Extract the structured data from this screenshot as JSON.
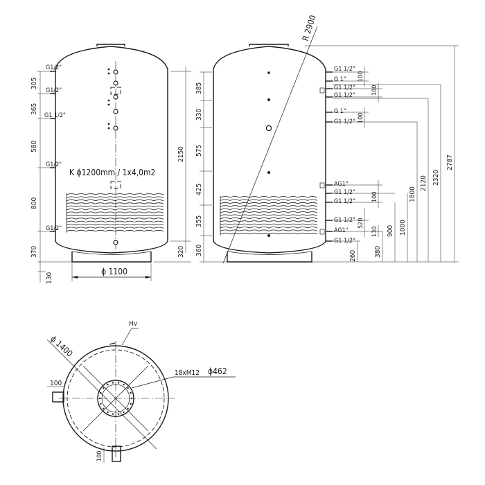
{
  "title": "",
  "left_view": {
    "connections": [
      "G1/2\"",
      "G1/2\"",
      "G1 1/2\"",
      "G1/2\"",
      "G1/2\""
    ],
    "spacings": [
      "305",
      "365",
      "580",
      "800",
      "370",
      "130"
    ],
    "height": "2150",
    "bottom_dim": "320",
    "coil_label": "K ϕ1200mm / 1x4,0m2",
    "diameter_label": "ϕ 1100"
  },
  "right_view": {
    "radius_label": "R 2900",
    "left_spacings": [
      "385",
      "330",
      "575",
      "425",
      "355",
      "360"
    ],
    "connections": [
      "G1 1/2\"",
      "G 1\"",
      "G1 1/2\"",
      "G1 1/2\"",
      "G 1\"",
      "G1 1/2\"",
      "AG1\"",
      "G1 1/2\"",
      "G1 1/2\"",
      "AG1\"",
      "G1 1/2\""
    ],
    "pair_spacings": [
      "100",
      "100",
      "100",
      "100",
      "520",
      "130"
    ],
    "heights": [
      "260",
      "380",
      "900",
      "1000",
      "1800",
      "2120",
      "2320",
      "2787"
    ]
  },
  "top_view": {
    "hv": "Hv",
    "outer_diameter": "ϕ 1400",
    "stub": "100",
    "flange": "18xM12",
    "flange_diameter": "ϕ462",
    "bottom_stub": "100"
  }
}
